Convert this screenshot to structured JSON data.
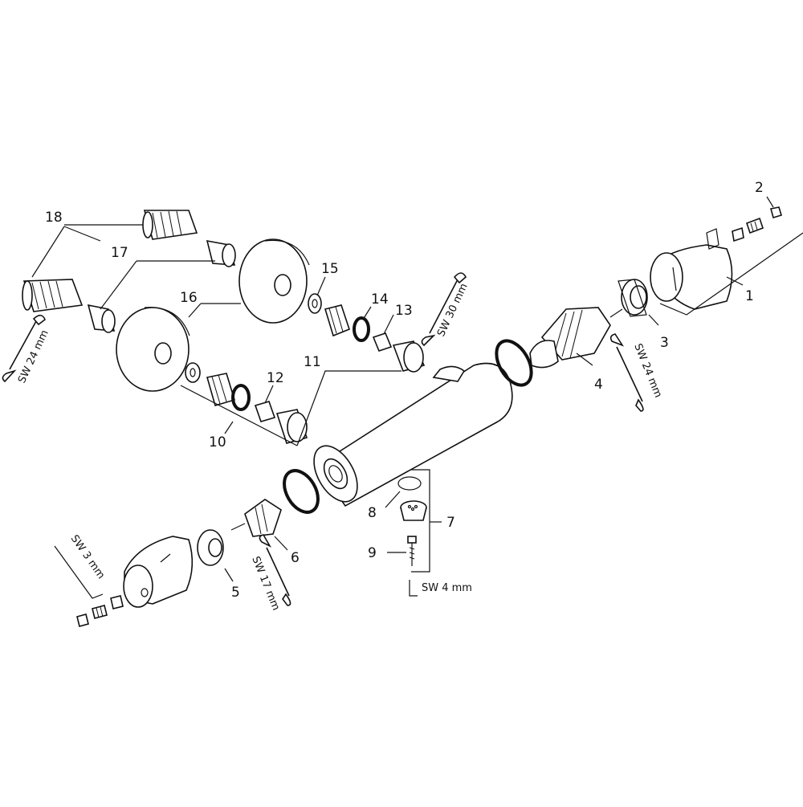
{
  "callouts": {
    "c1": "1",
    "c2": "2",
    "c3": "3",
    "c4": "4",
    "c5": "5",
    "c6": "6",
    "c7": "7",
    "c8": "8",
    "c9": "9",
    "c10": "10",
    "c11": "11",
    "c12": "12",
    "c13": "13",
    "c14": "14",
    "c15": "15",
    "c16": "16",
    "c17": "17",
    "c18": "18"
  },
  "tools": {
    "sw24_left": "SW 24 mm",
    "sw30": "SW 30 mm",
    "sw24_right": "SW 24 mm",
    "sw17": "SW 17 mm",
    "sw3": "SW 3 mm",
    "sw4": "SW 4 mm"
  }
}
